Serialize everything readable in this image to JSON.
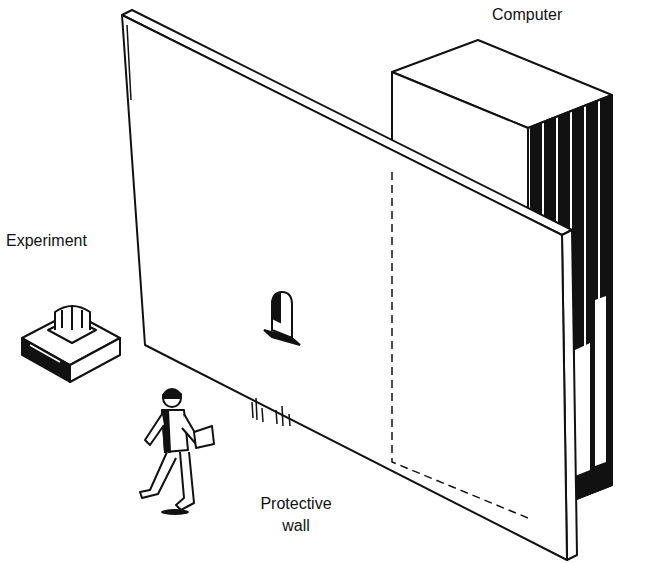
{
  "diagram": {
    "labels": [
      "Computer",
      "Experiment",
      "Protective wall"
    ]
  }
}
